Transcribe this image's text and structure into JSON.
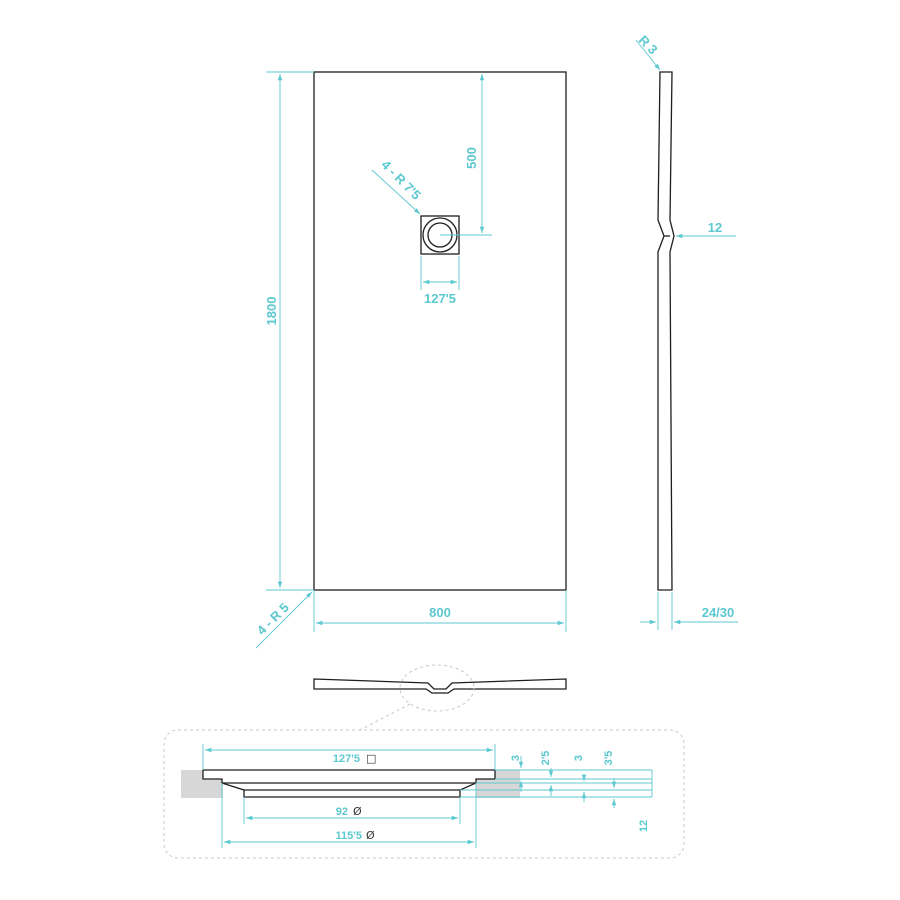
{
  "plan_view": {
    "length": "1800",
    "width": "800",
    "corner_radius": "4 - R 5",
    "drain_offset": "500",
    "drain_corner_radius": "4 - R 7'5",
    "drain_size": "127'5"
  },
  "side_profile": {
    "edge_radius": "R 3",
    "drain_depth": "12",
    "thickness": "24/30"
  },
  "detail": {
    "drain_grate": "127'5",
    "inner_diameter": "92",
    "outer_diameter": "115'5",
    "dim_3_a": "3",
    "dim_2_5": "2'5",
    "dim_3_b": "3",
    "dim_3_5": "3'5",
    "dim_12": "12"
  },
  "symbols": {
    "square": "□",
    "diameter": "Ø"
  },
  "colors": {
    "dimension": "#5cc8cf",
    "outline": "#1e1e1e",
    "detail_border": "#c8c8c8",
    "wall": "#d7d7d7"
  }
}
